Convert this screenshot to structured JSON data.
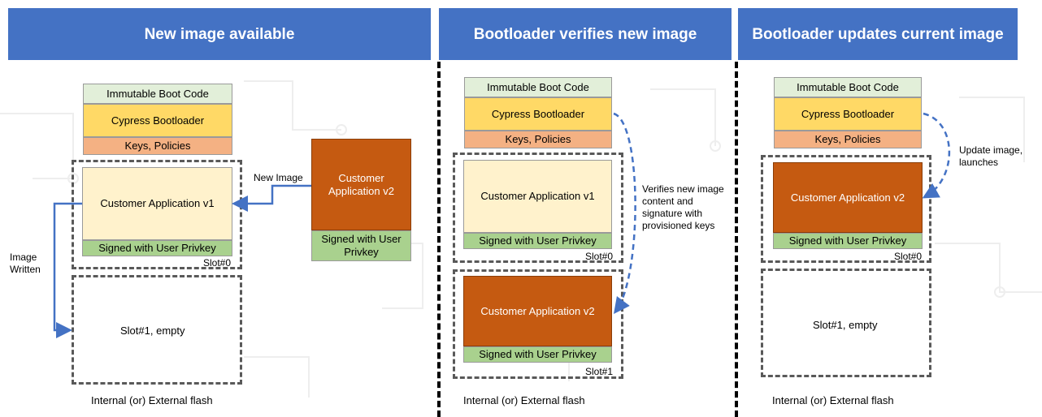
{
  "columns": [
    {
      "header": "New image available",
      "immutable": "Immutable Boot Code",
      "bootloader": "Cypress Bootloader",
      "keys": "Keys, Policies",
      "slot0_app": "Customer Application v1",
      "slot0_sign": "Signed with User  Privkey",
      "slot0_label": "Slot#0",
      "slot1_text": "Slot#1, empty",
      "external_app": "Customer Application v2",
      "external_sign": "Signed with User Privkey",
      "new_image_label": "New Image",
      "image_written_label": "Image Written",
      "footer": "Internal (or) External flash"
    },
    {
      "header": "Bootloader verifies new image",
      "immutable": "Immutable Boot Code",
      "bootloader": "Cypress Bootloader",
      "keys": "Keys, Policies",
      "slot0_app": "Customer Application v1",
      "slot0_sign": "Signed with User  Privkey",
      "slot0_label": "Slot#0",
      "slot1_app": "Customer Application v2",
      "slot1_sign": "Signed with User  Privkey",
      "slot1_label": "Slot#1",
      "note": "Verifies new image content and signature with provisioned keys",
      "footer": "Internal (or) External flash"
    },
    {
      "header": "Bootloader updates current image",
      "immutable": "Immutable Boot Code",
      "bootloader": "Cypress Bootloader",
      "keys": "Keys, Policies",
      "slot0_app": "Customer Application v2",
      "slot0_sign": "Signed with User  Privkey",
      "slot0_label": "Slot#0",
      "slot1_text": "Slot#1, empty",
      "note": "Update image, launches",
      "footer": "Internal (or) External flash"
    }
  ],
  "colors": {
    "header": "#4472c4",
    "immutable": "#e2efd9",
    "bootloader": "#ffd966",
    "keys": "#f4b183",
    "app_v1": "#fff2cc",
    "app_v2": "#c55a11",
    "signed": "#a9d18e",
    "arrow": "#4472c4"
  }
}
